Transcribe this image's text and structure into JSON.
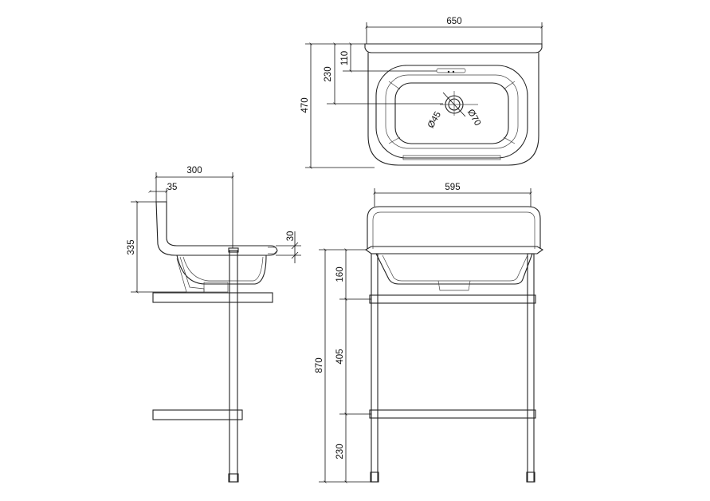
{
  "dimensions": {
    "top_width": "650",
    "top_depth": "470",
    "top_to_waste": "230",
    "top_to_taphole": "110",
    "waste_dia": "Ø45",
    "waste_outer_dia": "Ø70",
    "side_depth": "300",
    "side_upstand": "35",
    "side_height": "335",
    "side_rim": "30",
    "front_width": "595",
    "front_basin": "160",
    "front_shelf_gap": "405",
    "front_total": "870",
    "front_bottom": "230"
  }
}
